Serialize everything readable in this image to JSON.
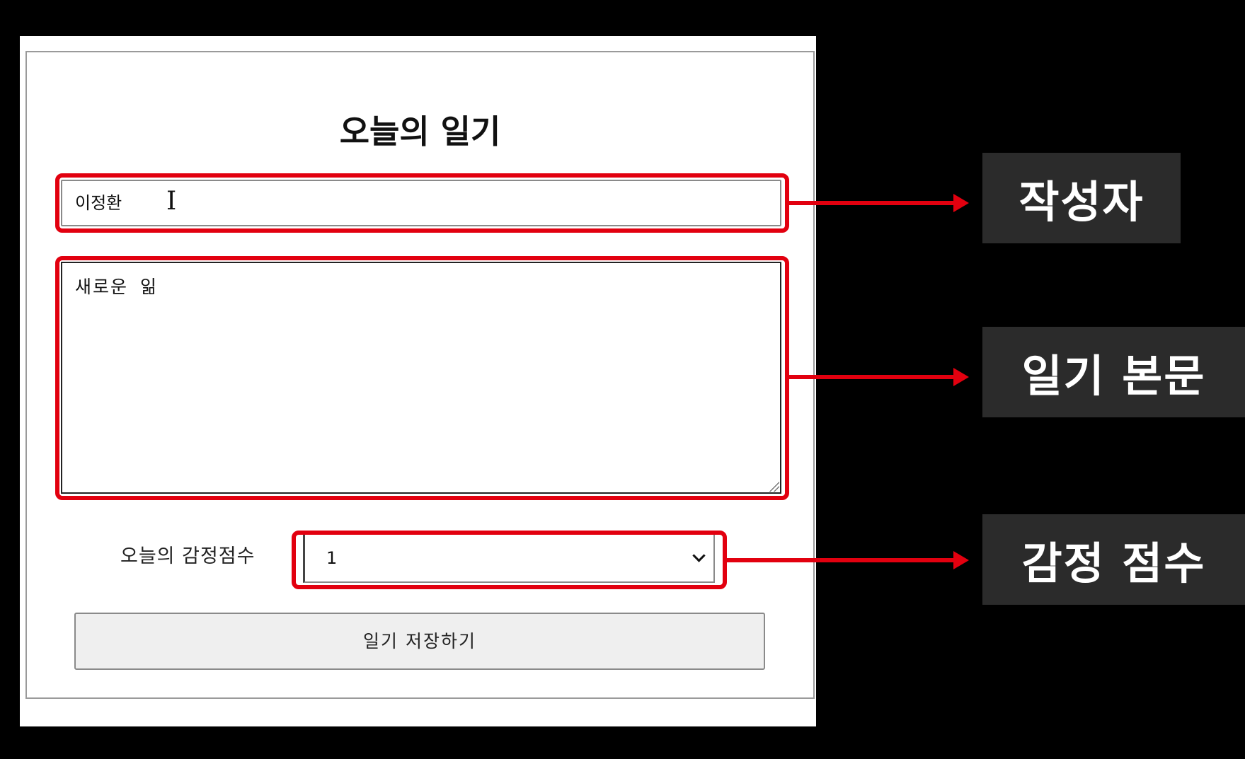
{
  "page": {
    "title": "오늘의 일기"
  },
  "form": {
    "author_value": "이정환",
    "content_value": "새로운 읾",
    "emotion_label": "오늘의 감정점수",
    "emotion_selected": "1",
    "save_label": "일기 저장하기"
  },
  "callouts": {
    "author": "작성자",
    "content": "일기 본문",
    "emotion": "감정 점수"
  },
  "colors": {
    "highlight": "#e2000f",
    "callout_bg": "#2b2b2b",
    "background": "#000000"
  },
  "icons": {
    "cursor": "text-cursor-icon",
    "select_arrow": "chevron-down-icon",
    "resize": "resize-grip-icon"
  }
}
